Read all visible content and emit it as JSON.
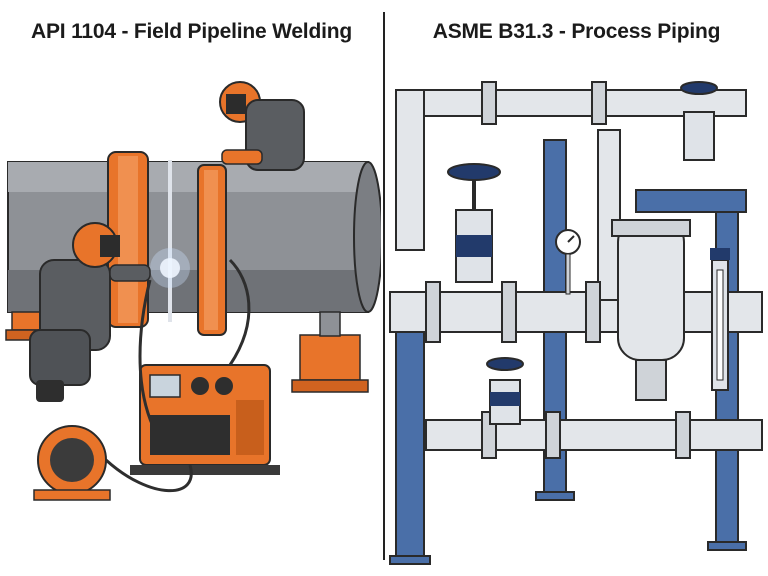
{
  "left_panel": {
    "title": "API 1104 - Field Pipeline Welding"
  },
  "right_panel": {
    "title": "ASME B31.3 - Process Piping"
  },
  "colors": {
    "orange": "#e8742a",
    "steel_gray": "#8e9196",
    "blue": "#4a6fa8",
    "navy_valve": "#223a6b",
    "silver": "#e3e6ea",
    "outline": "#2a2a2a"
  },
  "icons": [
    "welder-figure",
    "helper-figure",
    "welding-machine",
    "cable-reel",
    "pipe-clamp",
    "gate-valve",
    "pressure-gauge",
    "strainer-vessel",
    "level-gauge"
  ]
}
